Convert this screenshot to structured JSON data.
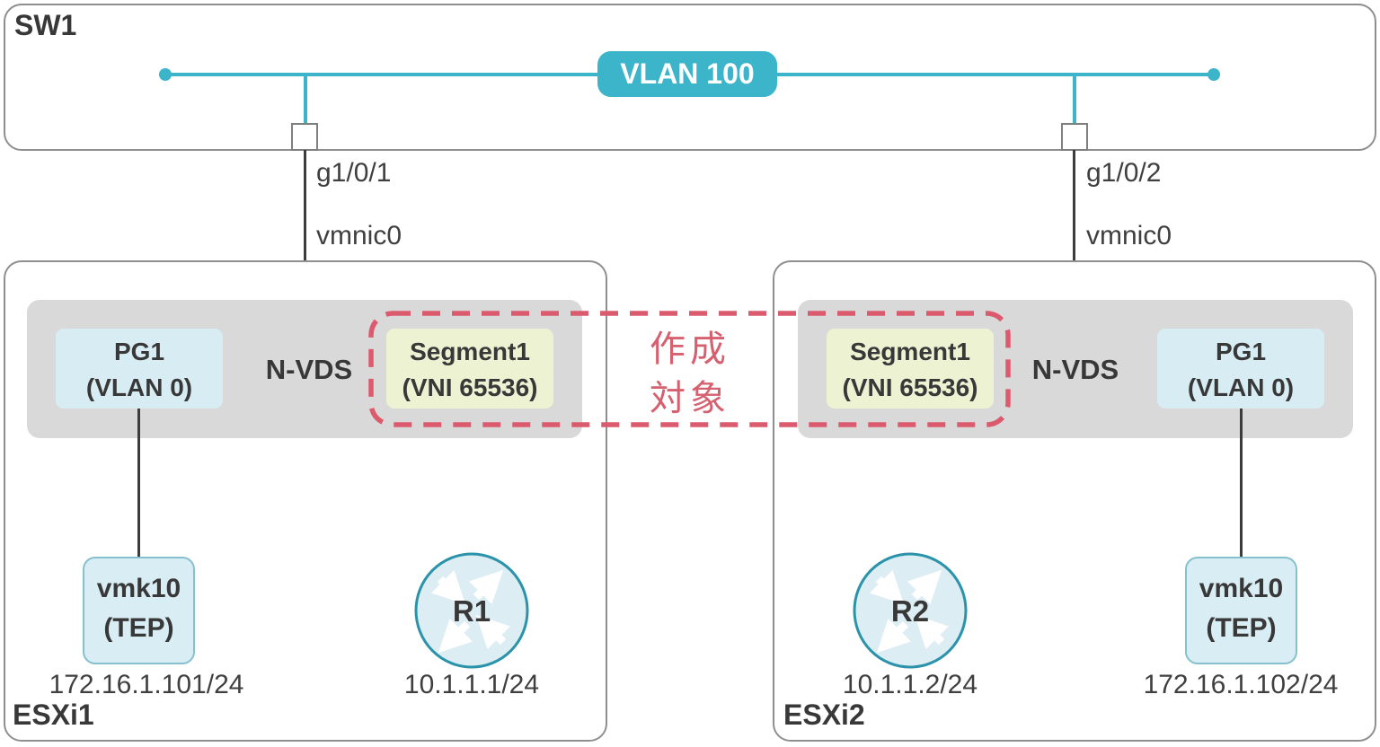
{
  "colors": {
    "teal": "#3cb4c9",
    "red_dashed": "#dc5a6e",
    "annotation_red": "#d6606f",
    "nvds_gray": "#d9d9d9",
    "portgroup_blue": "#d8edf3",
    "segment_green": "#edf2d2",
    "vmk_blue": "#d9eef4",
    "vmk_border": "#86c0cd",
    "router_fill": "#dcedf3",
    "router_border": "#2b93a9",
    "text": "#3f3f3f"
  },
  "switch": {
    "label": "SW1",
    "vlan_badge": "VLAN 100",
    "ports": [
      {
        "port_label": "g1/0/1",
        "nic_label": "vmnic0"
      },
      {
        "port_label": "g1/0/2",
        "nic_label": "vmnic0"
      }
    ]
  },
  "hosts": [
    {
      "label": "ESXi1",
      "nvds_label": "N-VDS",
      "pg_line1": "PG1",
      "pg_line2": "(VLAN 0)",
      "segment_line1": "Segment1",
      "segment_line2": "(VNI 65536)",
      "vmk_line1": "vmk10",
      "vmk_line2": "(TEP)",
      "vmk_ip": "172.16.1.101/24",
      "router_label": "R1",
      "router_ip": "10.1.1.1/24"
    },
    {
      "label": "ESXi2",
      "nvds_label": "N-VDS",
      "pg_line1": "PG1",
      "pg_line2": "(VLAN 0)",
      "segment_line1": "Segment1",
      "segment_line2": "(VNI 65536)",
      "vmk_line1": "vmk10",
      "vmk_line2": "(TEP)",
      "vmk_ip": "172.16.1.102/24",
      "router_label": "R2",
      "router_ip": "10.1.1.2/24"
    }
  ],
  "annotation": {
    "line1": "作成",
    "line2": "対象"
  }
}
